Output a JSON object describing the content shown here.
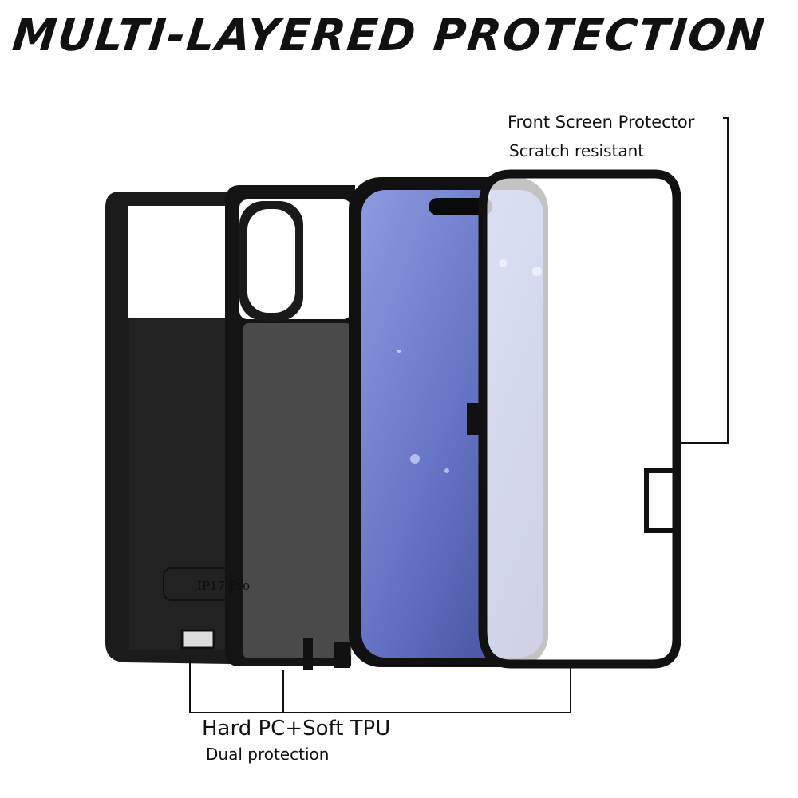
{
  "title": "MULTI-LAYERED PROTECTION",
  "callouts": {
    "front": {
      "label": "Front Screen Protector",
      "sub": "Scratch resistant"
    },
    "back": {
      "label": "Hard PC+Soft TPU",
      "sub": "Dual protection"
    }
  },
  "case_emboss": "IP17 Pro",
  "colors": {
    "case": "#161616",
    "felt": "#4a4a4a",
    "screen": "#5a6bb8",
    "line": "#111111"
  }
}
